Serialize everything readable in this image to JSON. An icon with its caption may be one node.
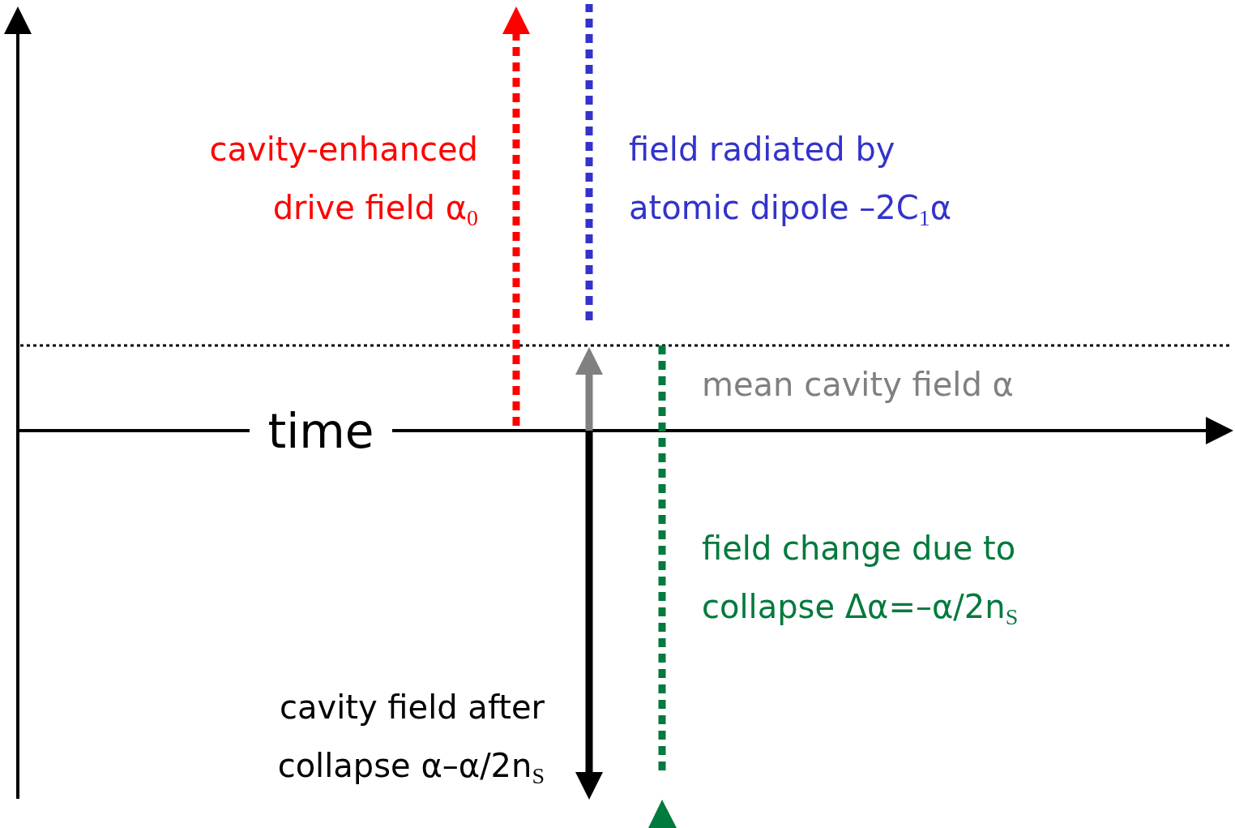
{
  "diagram": {
    "labels": [
      "cavity-enhanced drive field α$_{0}$",
      "field radiated by atomic dipole –2C$_{1}$α",
      "mean cavity field α",
      "time",
      "field change due to collapse Δα=–α/2n$_{S}$",
      "cavity field after collapse α–α/2n$_{S}$"
    ]
  }
}
